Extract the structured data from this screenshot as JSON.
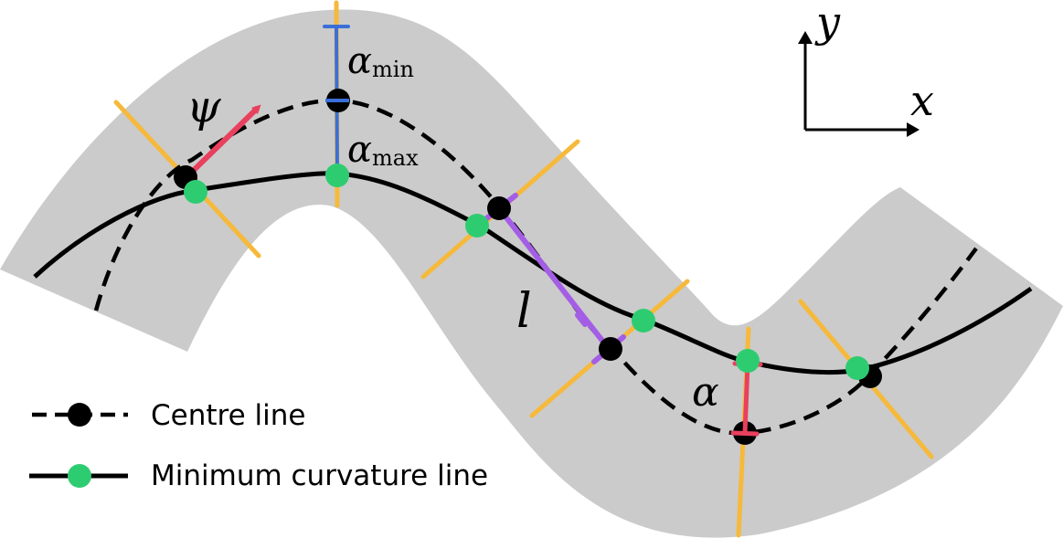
{
  "labels": {
    "psi": "ψ",
    "alpha_min_symbol": "α",
    "alpha_min_sub": "min",
    "alpha_max_symbol": "α",
    "alpha_max_sub": "max",
    "l": "l",
    "alpha": "α",
    "axis_x": "x",
    "axis_y": "y"
  },
  "legend": {
    "centre_line": "Centre line",
    "min_curvature_line": "Minimum curvature line"
  },
  "colors": {
    "track": "#cbcbcb",
    "normals": "#f6b93b",
    "centre_points": "#000000",
    "min_curv_points": "#2ecc71",
    "heading_arrow": "#e8405e",
    "alpha_bounds": "#3b6fd8",
    "segment_length": "#a45ee5",
    "alpha_offset": "#e8405e"
  }
}
